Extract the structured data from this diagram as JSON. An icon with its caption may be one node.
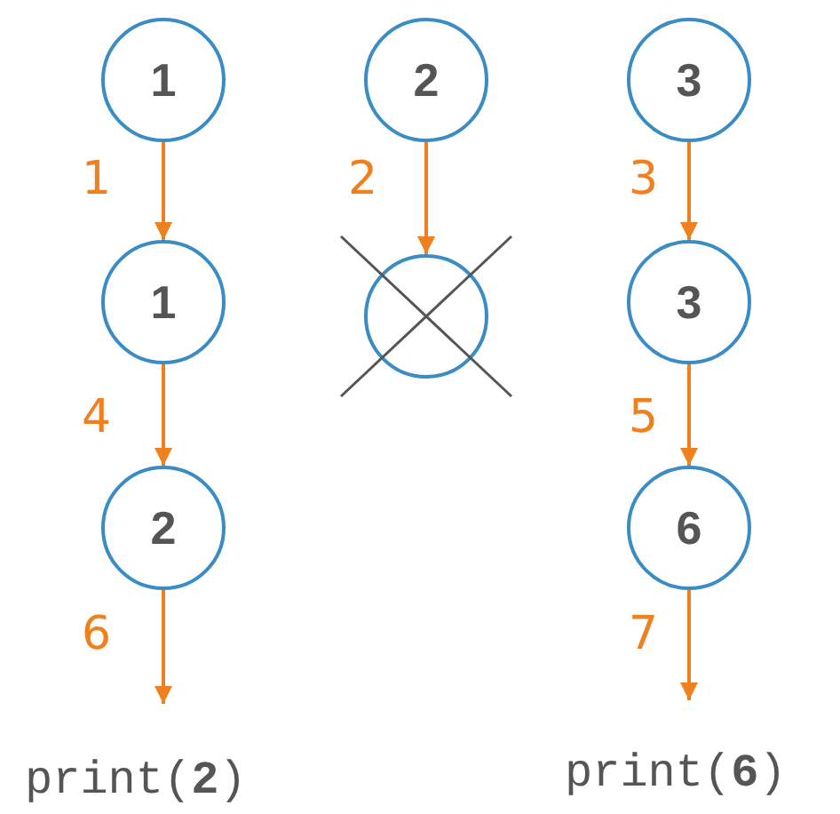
{
  "diagram": {
    "nodes": [
      {
        "text": [
          "1"
        ]
      },
      {
        "text": [
          "2"
        ]
      },
      {
        "text": [
          "3"
        ]
      },
      {
        "text": [
          "1"
        ]
      },
      {
        "text": [],
        "shape": "circle"
      },
      {
        "text": [
          "3"
        ]
      },
      {
        "text": [
          "2"
        ]
      },
      {
        "text": [
          "6"
        ]
      }
    ],
    "edges": [
      {
        "from": 0,
        "to": 3,
        "label": "1",
        "arrow": "to"
      },
      {
        "from": 1,
        "to": 4,
        "label": "2",
        "arrow": "to"
      },
      {
        "from": 2,
        "to": 5,
        "label": "3",
        "arrow": "to"
      },
      {
        "from": 3,
        "to": 6,
        "label": "4",
        "arrow": "to"
      },
      {
        "from": 5,
        "to": 7,
        "label": "5",
        "arrow": "to"
      },
      {
        "from": 6,
        "to": null,
        "label": "6",
        "arrow": "to"
      },
      {
        "from": 7,
        "to": null,
        "label": "7",
        "arrow": "to"
      }
    ],
    "labels": [
      "print(**2**)",
      "print(**6**)"
    ]
  }
}
